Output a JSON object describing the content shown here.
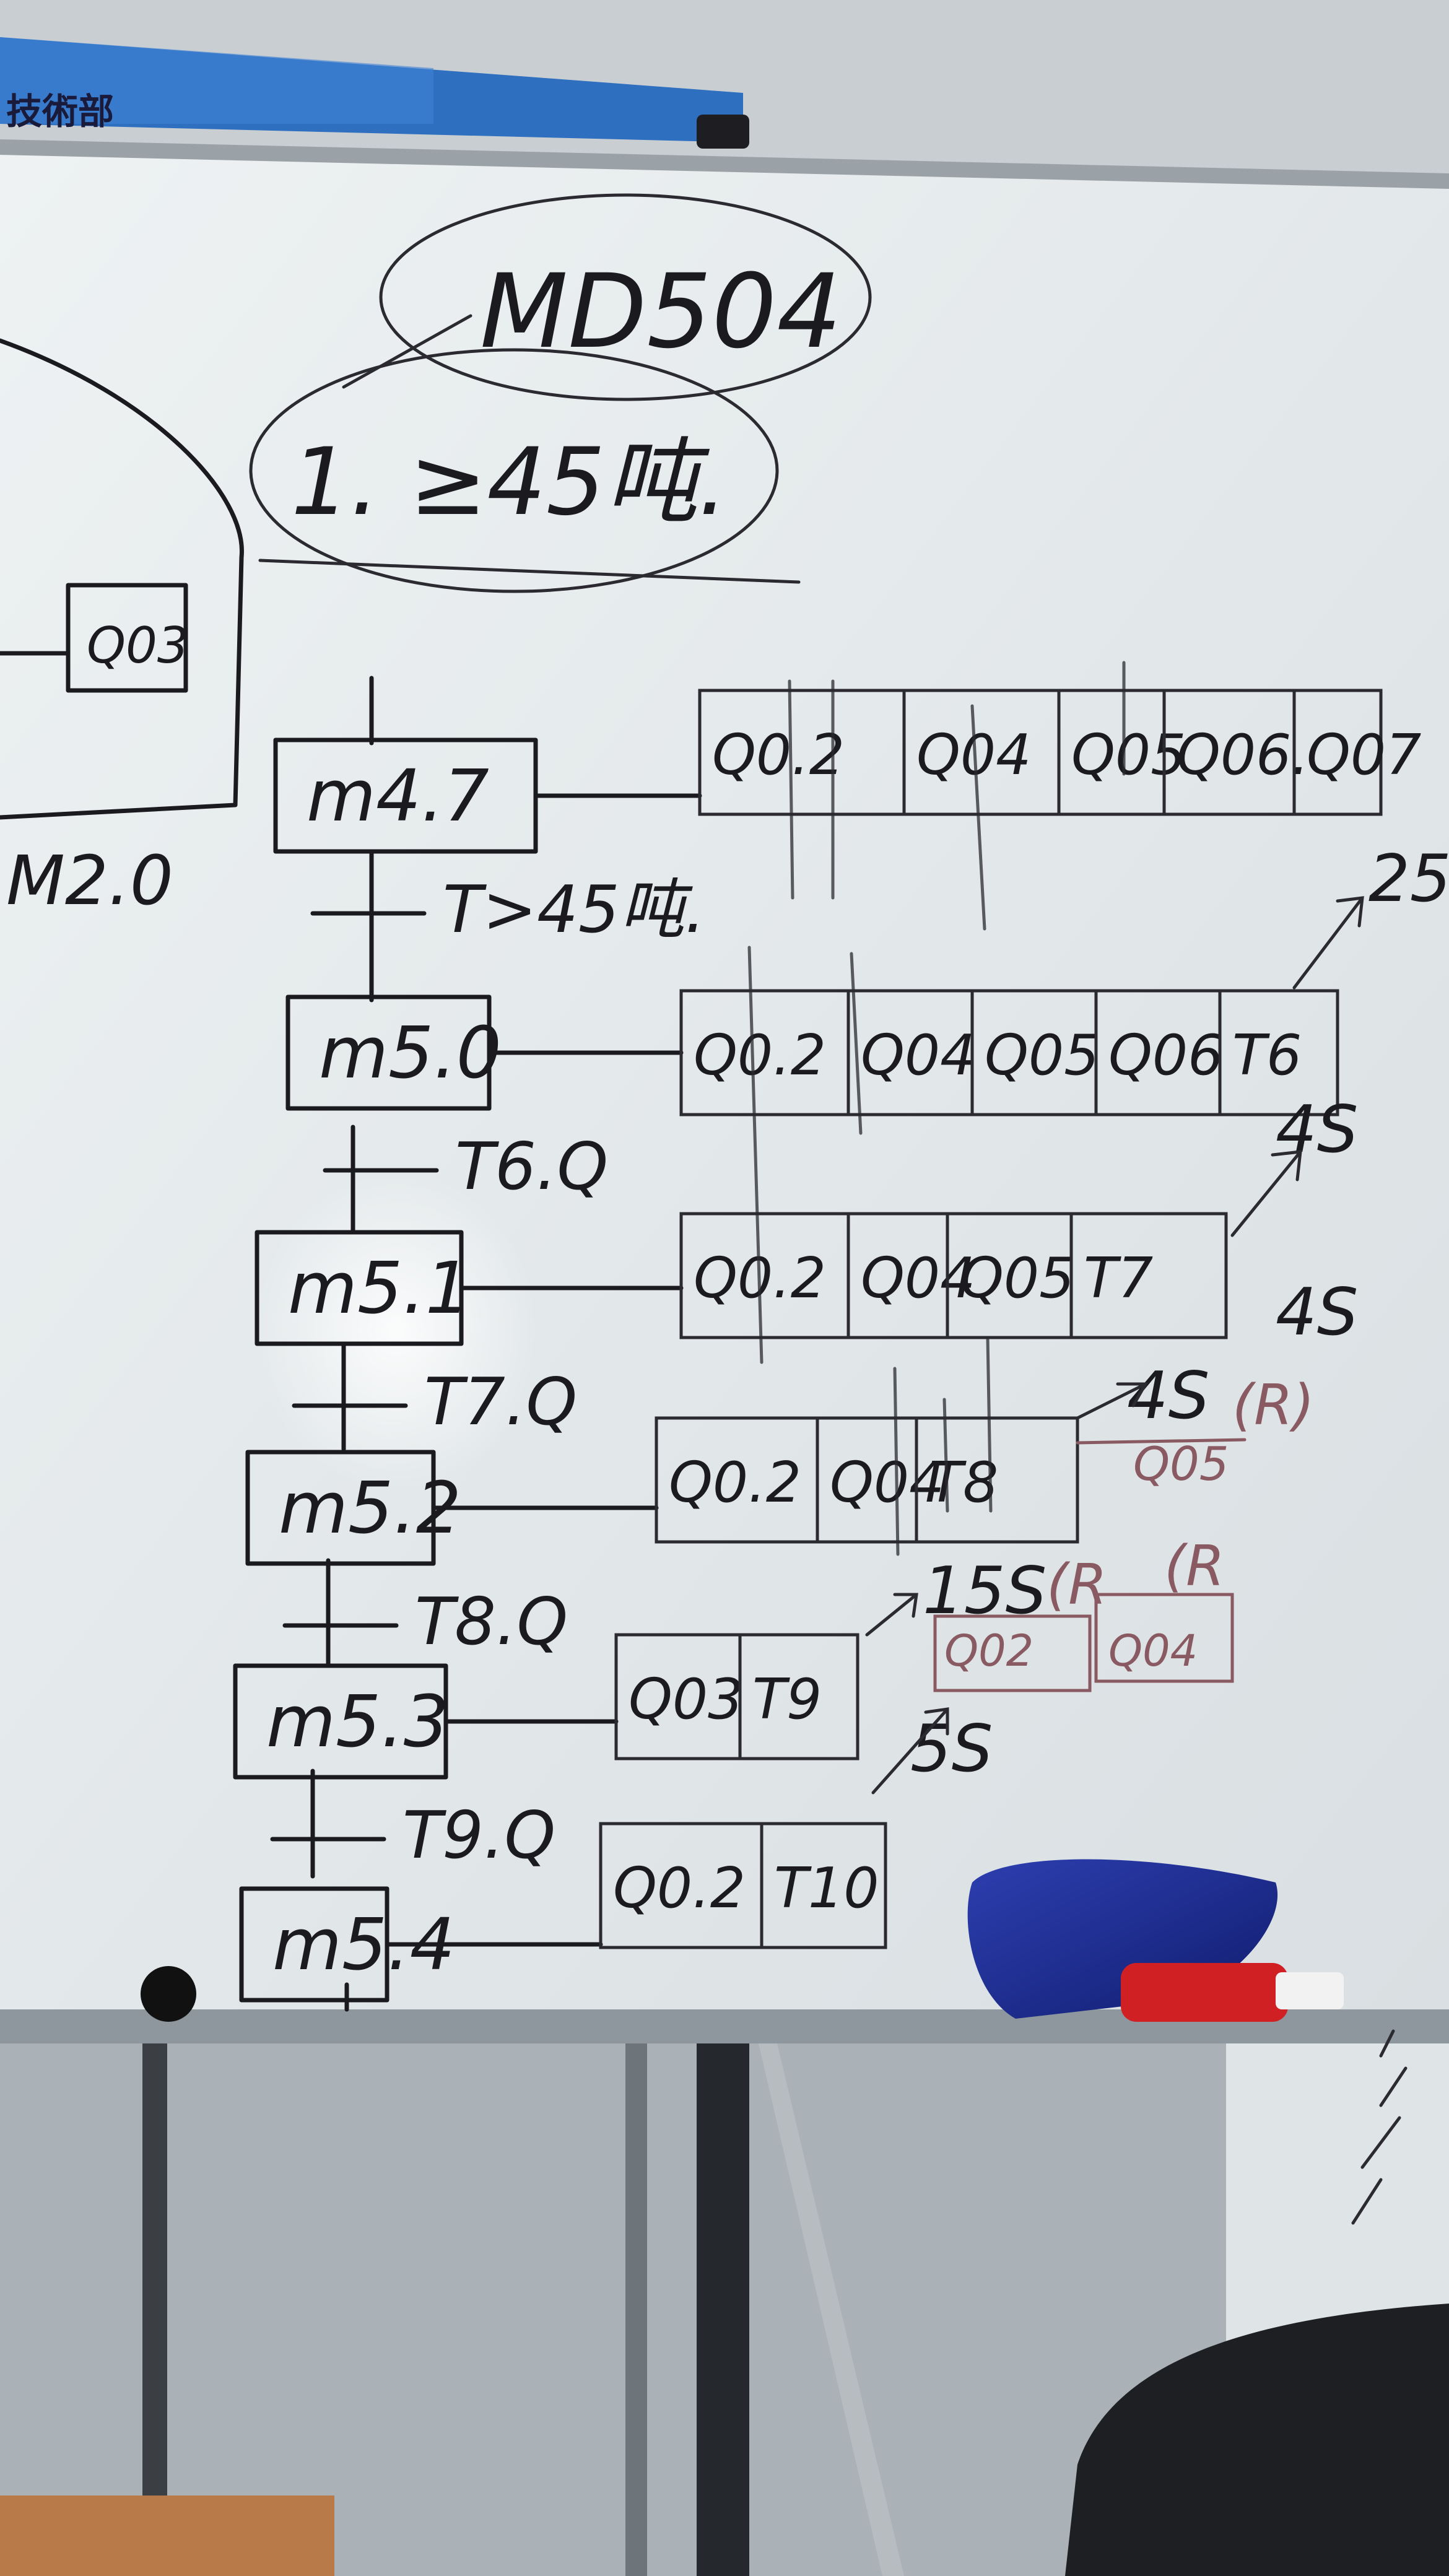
{
  "sign": {
    "text": "技術部"
  },
  "title": {
    "text": "MD504"
  },
  "condition": {
    "text": "1. ≥45吨."
  },
  "left_panel": {
    "box_label": "Q03",
    "bottom_label": "M2.0"
  },
  "modes": [
    {
      "label": "m4.7",
      "items": [
        "Q0.2",
        "Q04",
        "Q05",
        "Q06.",
        "Q07"
      ],
      "note": "25",
      "transition": "T>45吨."
    },
    {
      "label": "m5.0",
      "items": [
        "Q0.2",
        "Q04",
        "Q05",
        "Q06",
        "T6"
      ],
      "note": "4S",
      "transition": "T6.Q"
    },
    {
      "label": "m5.1",
      "items": [
        "Q0.2",
        "Q04",
        "Q05",
        "T7"
      ],
      "note": "4S",
      "transition": "T7.Q"
    },
    {
      "label": "m5.2",
      "items": [
        "Q0.2",
        "Q04",
        "T8"
      ],
      "note": "4S",
      "transition": "T8.Q"
    },
    {
      "label": "m5.3",
      "items": [
        "Q03",
        "T9"
      ],
      "note": "15S",
      "transition": "T9.Q"
    },
    {
      "label": "m5.4",
      "items": [
        "Q0.2",
        "T10"
      ],
      "note": "5S",
      "transition": ""
    }
  ],
  "red_notes": {
    "row4_r": "(R)",
    "row4_sub": "Q05",
    "row5_r1": "(R",
    "row5_r2": "(R",
    "row5_sub1": "Q02",
    "row5_sub2": "Q04"
  }
}
